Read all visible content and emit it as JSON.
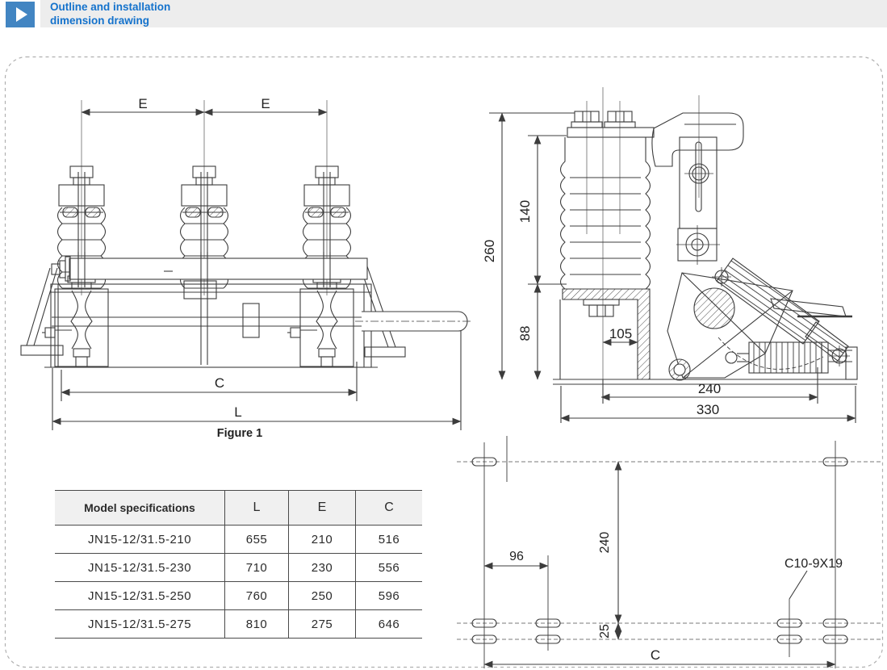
{
  "header": {
    "title_line1": "Outline and installation",
    "title_line2": "dimension drawing"
  },
  "colors": {
    "accent_blue": "#1472cc",
    "icon_blue": "#4285c2",
    "header_bar_bg": "#ededed",
    "drawing_line": "#3c3c3c",
    "table_header_bg": "#f0f0f0"
  },
  "figure1": {
    "caption": "Figure 1",
    "dim_e_left": "E",
    "dim_e_right": "E",
    "dim_c": "C",
    "dim_l": "L"
  },
  "side_view": {
    "dim_total_height": "260",
    "dim_upper_height": "140",
    "dim_lower_height": "88",
    "dim_center_offset": "105",
    "dim_inner_width": "240",
    "dim_base_width": "330"
  },
  "plan_view": {
    "dim_hole_pitch": "96",
    "dim_row_pitch": "240",
    "dim_slot_pitch": "25",
    "dim_width": "C",
    "slot_spec": "C10-9X19"
  },
  "table": {
    "headers": [
      "Model specifications",
      "L",
      "E",
      "C"
    ],
    "rows": [
      {
        "cells": [
          "JN15-12/31.5-210",
          "655",
          "210",
          "516"
        ]
      },
      {
        "cells": [
          "JN15-12/31.5-230",
          "710",
          "230",
          "556"
        ]
      },
      {
        "cells": [
          "JN15-12/31.5-250",
          "760",
          "250",
          "596"
        ]
      },
      {
        "cells": [
          "JN15-12/31.5-275",
          "810",
          "275",
          "646"
        ]
      }
    ]
  }
}
